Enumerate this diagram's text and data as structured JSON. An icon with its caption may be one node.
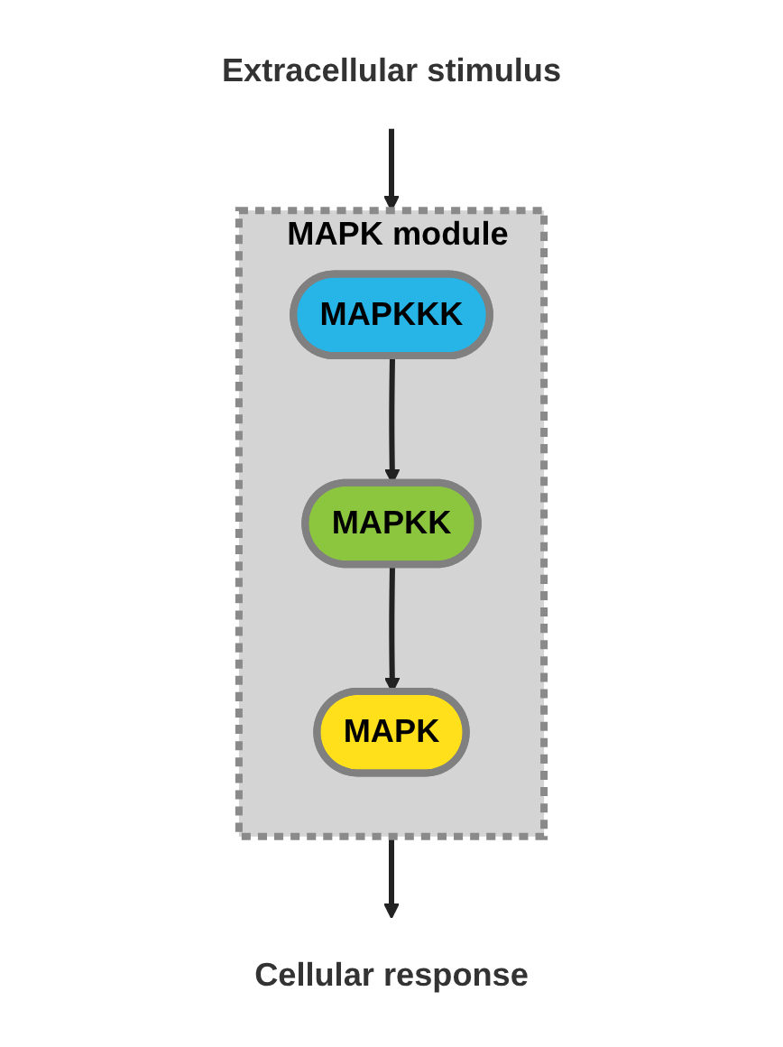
{
  "diagram": {
    "nodes": [
      {
        "text": [
          "Extracellular stimulus"
        ]
      },
      {
        "text": [
          "MAPK module"
        ]
      },
      {
        "text": [
          "MAPKKK"
        ],
        "in": 1
      },
      {
        "text": [
          "MAPKK"
        ],
        "in": 1
      },
      {
        "text": [
          "MAPK"
        ],
        "in": 1
      },
      {
        "text": [
          "Cellular response"
        ]
      }
    ],
    "edges": [
      {
        "from": 0,
        "to": 1,
        "arrow": "to"
      },
      {
        "from": 2,
        "to": 3,
        "arrow": "to"
      },
      {
        "from": 3,
        "to": 4,
        "arrow": "to"
      },
      {
        "from": 1,
        "to": 5,
        "arrow": "to"
      }
    ]
  }
}
